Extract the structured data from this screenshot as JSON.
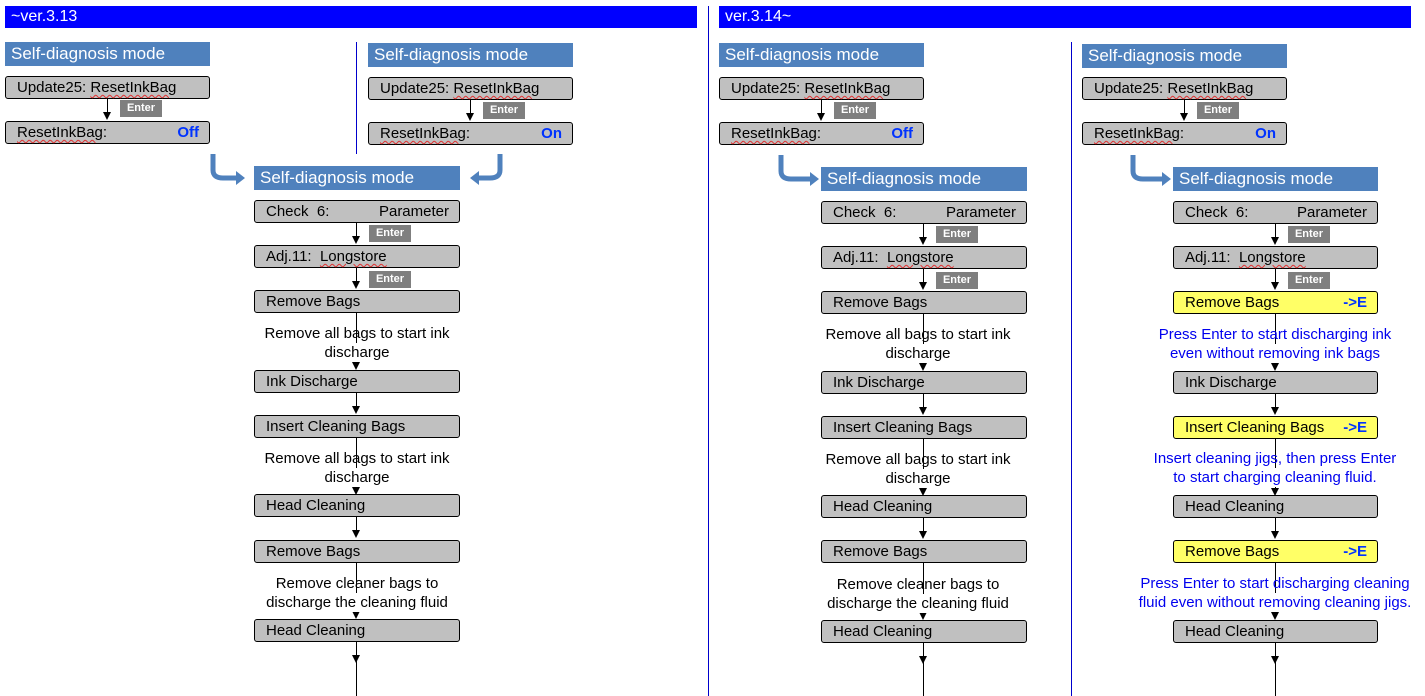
{
  "versions": {
    "left": "~ver.3.13",
    "right": "ver.3.14~"
  },
  "mode_title": "Self-diagnosis mode",
  "enter_label": "Enter",
  "update_item": {
    "prefix": "Update25:",
    "name": "ResetInkBag"
  },
  "reset_item": {
    "name": "ResetInkBag",
    "sep": ":",
    "off": "Off",
    "on": "On"
  },
  "check_item": {
    "left": "Check",
    "num": "6:",
    "right": "Parameter"
  },
  "adj_item": {
    "left": "Adj.11:",
    "right": "Longstore"
  },
  "steps": {
    "remove_bags": "Remove Bags",
    "ink_discharge": "Ink Discharge",
    "insert_cleaning_bags": "Insert Cleaning Bags",
    "head_cleaning": "Head Cleaning",
    "arrow_e": "->E"
  },
  "notes_old": {
    "n1a": "Remove all bags to start ink",
    "n1b": "discharge",
    "n2a": "Remove all bags to start ink",
    "n2b": "discharge",
    "n3a": "Remove cleaner bags to",
    "n3b": "discharge the cleaning fluid"
  },
  "notes_new": {
    "n1a": "Press Enter to start discharging ink",
    "n1b": "even without removing ink bags",
    "n2a": "Insert cleaning jigs, then press Enter",
    "n2b": "to start charging cleaning fluid.",
    "n3a": "Press Enter to start discharging cleaning",
    "n3b": "fluid even without removing cleaning jigs."
  },
  "colors": {
    "version_bar": "#0000ff",
    "mode_header": "#4f81bd",
    "step_box": "#c0c0c0",
    "highlight_box": "#ffff66",
    "enter_badge": "#7f7f7f",
    "accent_text": "#0033ff",
    "connector_arrow": "#4f81bd"
  }
}
